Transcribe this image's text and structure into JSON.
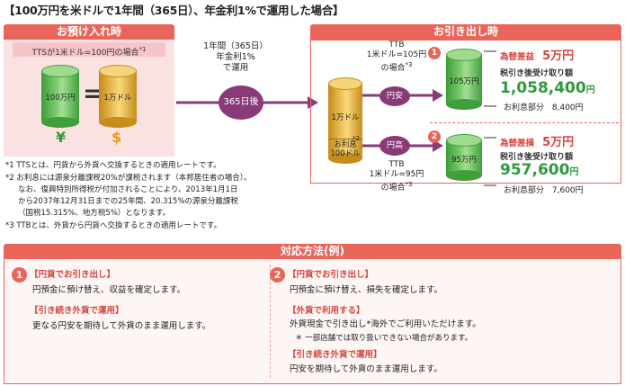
{
  "title": "【100万円を米ドルで1年間（365日）、年金利1%で運用した場合】",
  "deposit": {
    "header": "お預け入れ時",
    "tts_label": "TTSが1米ドル=100円の場合",
    "tts_mark": "*1",
    "yen_cyl_label": "100万円",
    "usd_cyl_label": "1万ドル",
    "equals": "=",
    "yen_symbol": "¥",
    "usd_symbol": "$"
  },
  "middle": {
    "line1": "1年間（365日）",
    "line2": "年金利1%",
    "line3": "で運用",
    "arrow_label": "365日後"
  },
  "withdrawal": {
    "header": "お引き出し時",
    "gold_cyl_label": "1万ドル",
    "gold_interest_label_line1": "お利息",
    "gold_interest_label_line2": "100ドル",
    "gold_interest_mark": "*2",
    "case1": {
      "ttb_title": "TTB",
      "ttb_rate": "1米ドル=105円",
      "ttb_case": "の場合",
      "ttb_mark": "*3",
      "arrow_label": "円安",
      "num": "1",
      "cyl_label": "105万円",
      "gain_label": "為替差益",
      "gain_value": "5万円",
      "receipt_label": "税引き後受け取り額",
      "receipt_value": "1,058,400",
      "receipt_unit": "円",
      "interest_label": "お利息部分",
      "interest_value": "8,400円"
    },
    "case2": {
      "ttb_title": "TTB",
      "ttb_rate": "1米ドル=95円",
      "ttb_case": "の場合",
      "ttb_mark": "*3",
      "arrow_label": "円高",
      "num": "2",
      "cyl_label": "95万円",
      "loss_label": "為替差損",
      "loss_value": "5万円",
      "receipt_label": "税引き後受け取り額",
      "receipt_value": "957,600",
      "receipt_unit": "円",
      "interest_label": "お利息部分",
      "interest_value": "7,600円"
    }
  },
  "notes": {
    "n1": "*1 TTSとは、円貨から外貨へ交換するときの適用レートです。",
    "n2a": "*2 お利息には源泉分離課税20%が課税されます（本邦居住者の場合）。",
    "n2b": "なお、復興特別所得税が付加されることにより、2013年1月1日",
    "n2c": "から2037年12月31日までの25年間、20.315%の源泉分離課税",
    "n2d": "（国税15.315%、地方税5%）となります。",
    "n3": "*3 TTBとは、外貨から円貨へ交換するときの適用レートです。"
  },
  "response": {
    "header": "対応方法(例)",
    "left": {
      "num": "1",
      "h1": "【円貨でお引き出し】",
      "t1": "円預金に預け替え、収益を確定します。",
      "h2": "【引き続き外貨で運用】",
      "t2": "更なる円安を期待して外貨のまま運用します。"
    },
    "right": {
      "num": "2",
      "h1": "【円貨でお引き出し】",
      "t1": "円預金に預け替え、損失を確定します。",
      "h2": "【外貨で利用する】",
      "t2": "外貨現金で引き出し*海外でご利用いただけます。",
      "t2note": "＊ 一部店舗では取り扱いできない場合があります。",
      "h3": "【引き続き外貨で運用】",
      "t3": "円安を期待して外貨のまま運用します。"
    }
  },
  "colors": {
    "accent": "#e9655a",
    "purple": "#8a3a78",
    "green": "#2f9a3a",
    "red": "#d8453e"
  }
}
